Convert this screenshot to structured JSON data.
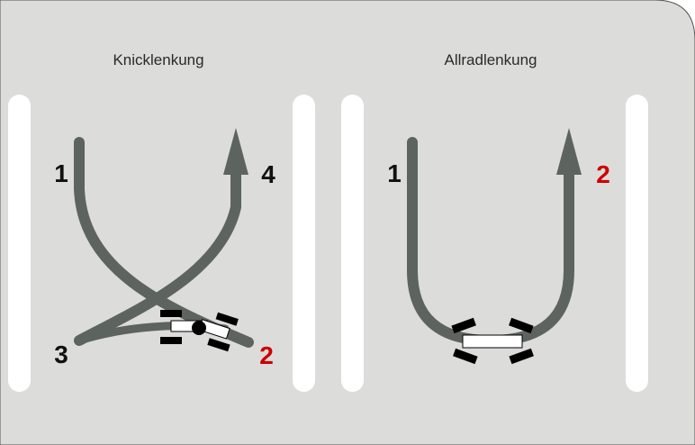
{
  "colors": {
    "background": "#dcdcdb",
    "lane": "#ffffff",
    "path": "#5d6460",
    "vehicle_body": "#ffffff",
    "wheel": "#000000",
    "label_default": "#111111",
    "label_accent": "#cc0000"
  },
  "panels": {
    "knick": {
      "title": "Knicklenkung",
      "labels": {
        "p1": "1",
        "p2": "2",
        "p3": "3",
        "p4": "4"
      }
    },
    "allrad": {
      "title": "Allradlenkung",
      "labels": {
        "p1": "1",
        "p2": "2"
      }
    }
  }
}
